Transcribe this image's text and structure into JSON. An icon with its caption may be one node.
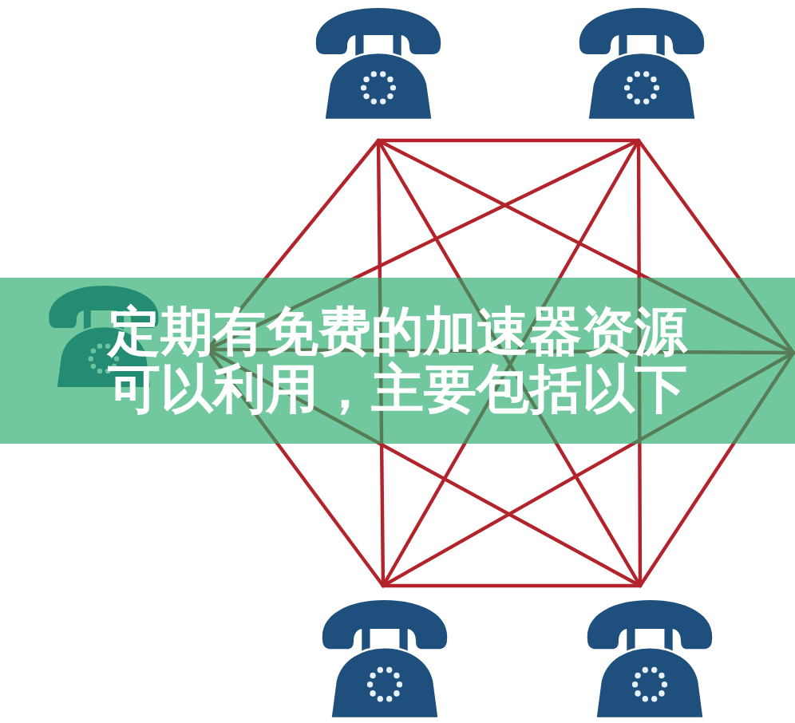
{
  "diagram": {
    "title": "定期有免费的加速器资源可以利用，主要包括以下",
    "nodes": [
      {
        "text": [],
        "shape": "telephone"
      },
      {
        "text": [],
        "shape": "telephone"
      },
      {
        "text": [],
        "shape": "telephone"
      },
      {
        "text": [],
        "shape": "telephone"
      },
      {
        "text": [],
        "shape": "telephone"
      }
    ],
    "edges": [
      {
        "from": 0,
        "to": 1,
        "arrow": "none"
      },
      {
        "from": 0,
        "to": 2,
        "arrow": "none"
      },
      {
        "from": 0,
        "to": 3,
        "arrow": "none"
      },
      {
        "from": 0,
        "to": 4,
        "arrow": "none"
      },
      {
        "from": 0,
        "to": null,
        "arrow": "none"
      },
      {
        "from": 1,
        "to": 2,
        "arrow": "none"
      },
      {
        "from": 1,
        "to": 3,
        "arrow": "none"
      },
      {
        "from": 1,
        "to": 4,
        "arrow": "none"
      },
      {
        "from": 1,
        "to": null,
        "arrow": "none"
      },
      {
        "from": 2,
        "to": 3,
        "arrow": "none"
      },
      {
        "from": 2,
        "to": 4,
        "arrow": "none"
      },
      {
        "from": 2,
        "to": null,
        "arrow": "none"
      },
      {
        "from": 3,
        "to": 4,
        "arrow": "none"
      },
      {
        "from": 3,
        "to": null,
        "arrow": "none"
      },
      {
        "from": 4,
        "to": null,
        "arrow": "none"
      }
    ]
  }
}
